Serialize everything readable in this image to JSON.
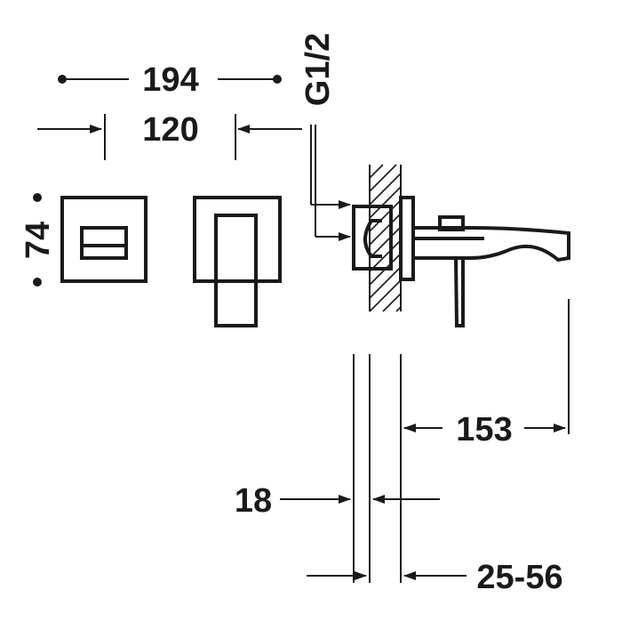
{
  "dimensions": {
    "overall_width": "194",
    "plate_spacing": "120",
    "plate_height": "74",
    "thread": "G1/2",
    "spout_projection": "153",
    "plate_depth": "18",
    "wall_range": "25-56"
  }
}
